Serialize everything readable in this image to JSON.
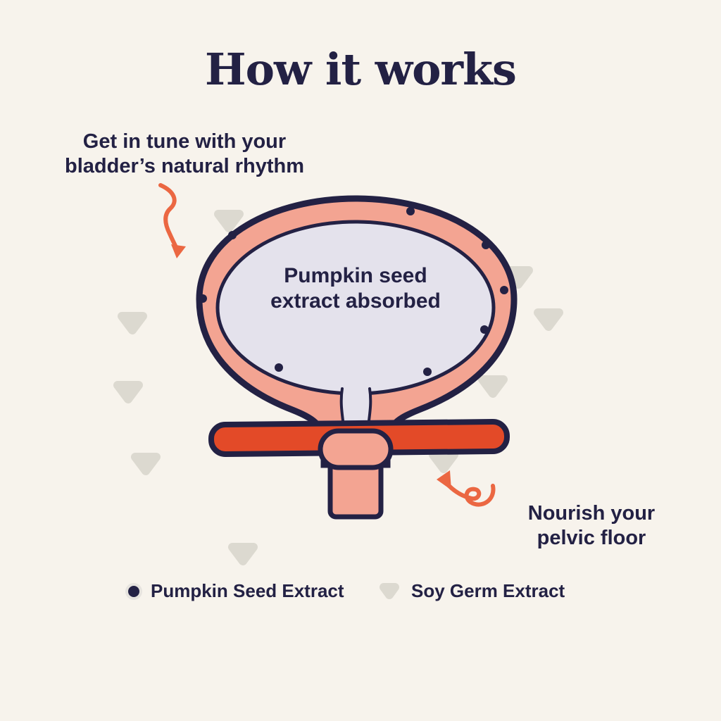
{
  "title": "How it works",
  "annotations": {
    "left": {
      "line1": "Get in tune with your",
      "line2": "bladder’s natural rhythm"
    },
    "right": {
      "line1": "Nourish your",
      "line2": "pelvic floor"
    }
  },
  "diagram": {
    "bladder_label_line1": "Pumpkin seed",
    "bladder_label_line2": "extract absorbed"
  },
  "legend": {
    "items": [
      {
        "icon": "pumpkin-seed-dot",
        "label": "Pumpkin Seed Extract"
      },
      {
        "icon": "soy-germ-triangle",
        "label": "Soy Germ Extract"
      }
    ]
  },
  "colors": {
    "background": "#F7F3EC",
    "ink": "#232144",
    "salmon": "#F3A492",
    "lavender": "#E4E2EC",
    "orange": "#E34A28",
    "arrow": "#EB6742",
    "trigray": "#DCD9D0"
  }
}
